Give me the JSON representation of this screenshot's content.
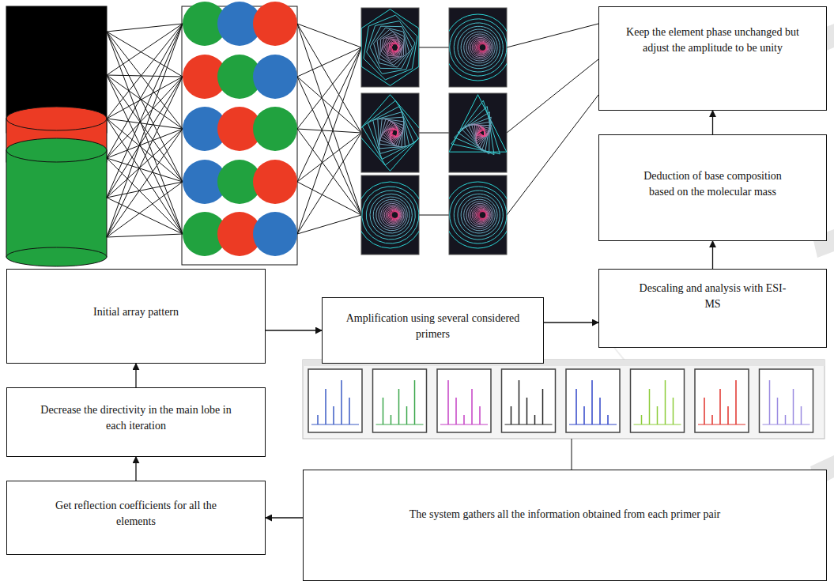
{
  "diagram": {
    "nodes": [
      {
        "text": [
          "Keep the element phase unchanged but adjust the amplitude to be unity"
        ]
      },
      {
        "text": [
          "Deduction of base composition based on the molecular mass"
        ]
      },
      {
        "text": [
          "Initial array pattern"
        ]
      },
      {
        "text": [
          "Amplification using several considered primers"
        ]
      },
      {
        "text": [
          "Descaling and analysis with ESI-MS"
        ]
      },
      {
        "text": [
          "Decrease the directivity in the main lobe in each iteration"
        ]
      },
      {
        "text": [
          "Get reflection coefficients for all the elements"
        ]
      },
      {
        "text": [
          "The system gathers all the information obtained from each primer pair"
        ]
      }
    ],
    "edges": [
      {
        "from": 2,
        "to": 3,
        "arrow": "to"
      },
      {
        "from": 3,
        "to": 4,
        "arrow": "to"
      },
      {
        "from": 4,
        "to": 1,
        "arrow": "to"
      },
      {
        "from": 1,
        "to": 0,
        "arrow": "to"
      },
      {
        "from": 7,
        "to": 6,
        "arrow": "to"
      },
      {
        "from": 6,
        "to": 5,
        "arrow": "to"
      },
      {
        "from": 5,
        "to": 2,
        "arrow": "to"
      }
    ]
  }
}
